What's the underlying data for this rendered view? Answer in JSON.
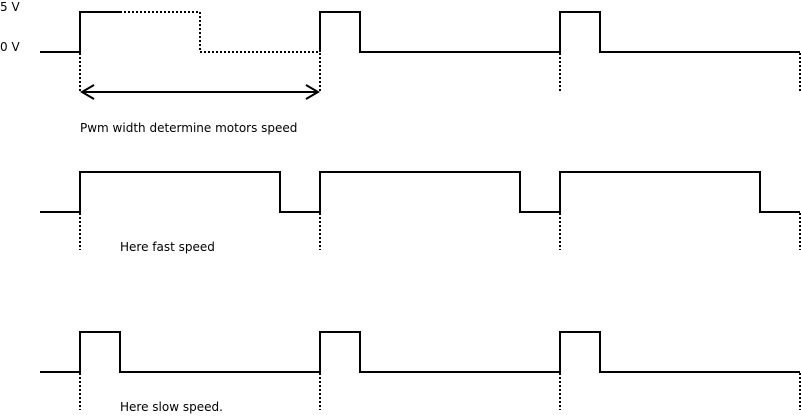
{
  "diagram": {
    "title": "PWM motor speed control",
    "voltage_labels": {
      "high": "5 V",
      "low": "0 V"
    },
    "period_annotation": "Pwm width determine motors speed",
    "rows": [
      {
        "id": "example",
        "caption": "",
        "duty_cycle": 0.167,
        "periods": 3,
        "dashed_first_period_duty": 0.5
      },
      {
        "id": "fast",
        "caption": "Here fast speed",
        "duty_cycle": 0.833,
        "periods": 3
      },
      {
        "id": "slow",
        "caption": "Here slow speed.",
        "duty_cycle": 0.167,
        "periods": 3
      }
    ]
  }
}
